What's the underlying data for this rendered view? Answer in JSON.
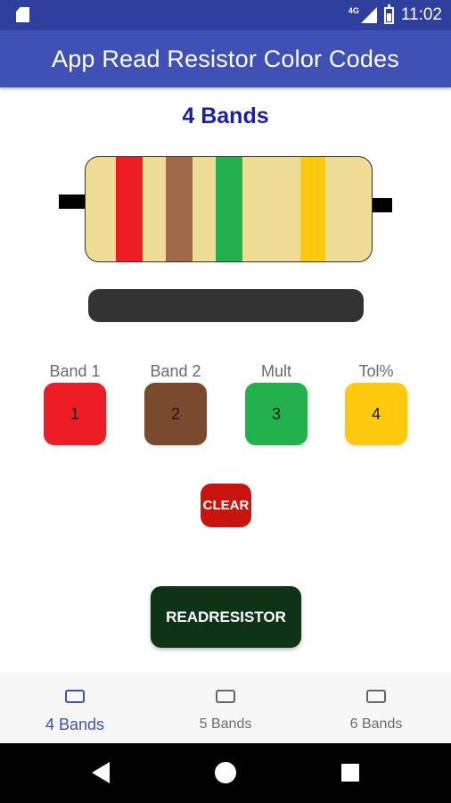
{
  "status_bar": {
    "time": "11:02",
    "network": "4G",
    "icons": [
      "sd-card-icon",
      "signal-icon",
      "battery-icon"
    ]
  },
  "app": {
    "title": "App Read Resistor Color Codes",
    "primary_color": "#3f51b5"
  },
  "heading": "4 Bands",
  "resistor": {
    "body_color": "#efdc96",
    "bands": [
      {
        "name": "band-1",
        "color": "#ee1c24"
      },
      {
        "name": "band-2",
        "color": "#a0694a"
      },
      {
        "name": "multiplier",
        "color": "#22b14c"
      },
      {
        "name": "tolerance",
        "color": "#ffc90e"
      }
    ]
  },
  "result": {
    "text": ""
  },
  "band_selectors": [
    {
      "label": "Band 1",
      "number": "1",
      "color": "#ee1c24"
    },
    {
      "label": "Band 2",
      "number": "2",
      "color": "#7a4a2c"
    },
    {
      "label": "Mult",
      "number": "3",
      "color": "#22b14c"
    },
    {
      "label": "Tol%",
      "number": "4",
      "color": "#ffc90e"
    }
  ],
  "buttons": {
    "clear": "CLEAR",
    "read": "READRESISTOR"
  },
  "bottom_nav": {
    "items": [
      {
        "label": "4 Bands",
        "active": true
      },
      {
        "label": "5 Bands",
        "active": false
      },
      {
        "label": "6 Bands",
        "active": false
      }
    ]
  },
  "system_nav": {
    "icons": [
      "back-icon",
      "home-icon",
      "recents-icon"
    ]
  }
}
